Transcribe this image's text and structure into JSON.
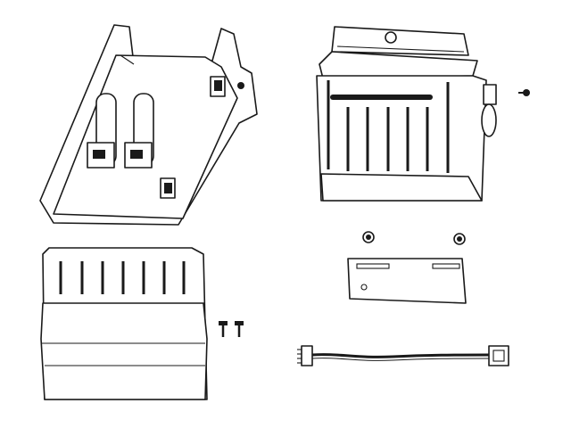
{
  "diagram": {
    "type": "exploded-parts-view",
    "colors": {
      "line": "#1a1a1a",
      "background": "#ffffff"
    },
    "parts": [
      {
        "id": "media-tray"
      },
      {
        "id": "cutter-module"
      },
      {
        "id": "mounting-screw-single"
      },
      {
        "id": "front-cover"
      },
      {
        "id": "cover-screws"
      },
      {
        "id": "thumb-nuts"
      },
      {
        "id": "mounting-bracket"
      },
      {
        "id": "connection-cable"
      }
    ]
  }
}
